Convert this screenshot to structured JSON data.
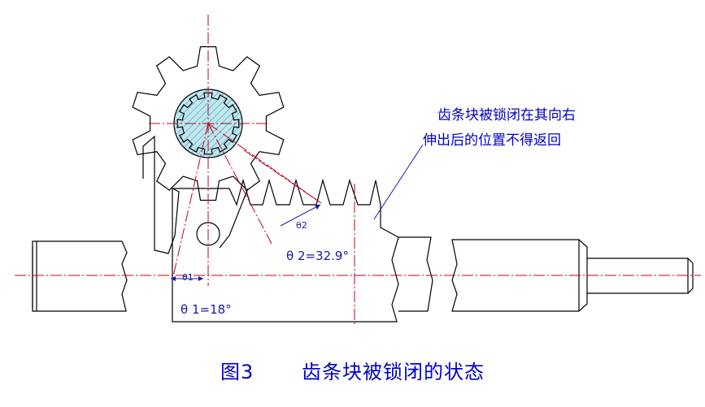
{
  "annotation": {
    "line1": "齿条块被锁闭在其向右",
    "line2": "伸出后的位置不得返回"
  },
  "labels": {
    "theta1_small": "θ1",
    "theta1_value": "θ 1=18°",
    "theta2_small": "θ2",
    "theta2_value": "θ 2=32.9°"
  },
  "caption": {
    "figure_number": "图3",
    "title": "齿条块被锁闭的状态"
  },
  "colors": {
    "ink": "#000000",
    "centerline": "#c0001a",
    "annotation": "#0000c8",
    "hatch_fill": "#bfe7ef"
  }
}
